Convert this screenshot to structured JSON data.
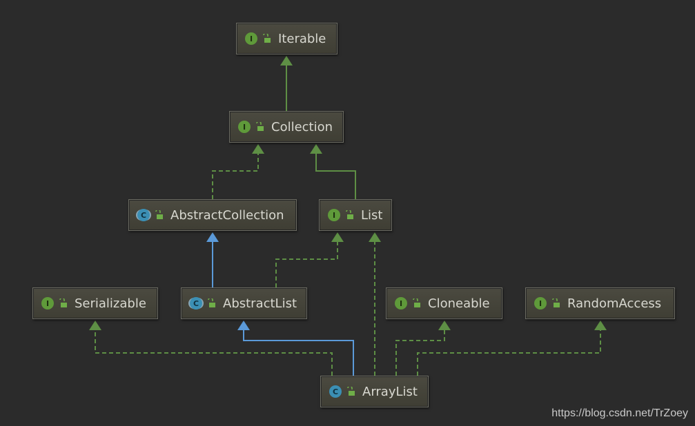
{
  "diagram": {
    "nodes": [
      {
        "id": "iterable",
        "label": "Iterable",
        "kind": "I"
      },
      {
        "id": "collection",
        "label": "Collection",
        "kind": "I"
      },
      {
        "id": "abstract_collection",
        "label": "AbstractCollection",
        "kind": "C",
        "abstract": true
      },
      {
        "id": "list",
        "label": "List",
        "kind": "I"
      },
      {
        "id": "serializable",
        "label": "Serializable",
        "kind": "I"
      },
      {
        "id": "abstract_list",
        "label": "AbstractList",
        "kind": "C",
        "abstract": true
      },
      {
        "id": "cloneable",
        "label": "Cloneable",
        "kind": "I"
      },
      {
        "id": "random_access",
        "label": "RandomAccess",
        "kind": "I"
      },
      {
        "id": "array_list",
        "label": "ArrayList",
        "kind": "C"
      }
    ],
    "edges": [
      {
        "from": "collection",
        "to": "iterable",
        "type": "extends-interface"
      },
      {
        "from": "abstract_collection",
        "to": "collection",
        "type": "implements"
      },
      {
        "from": "list",
        "to": "collection",
        "type": "extends-interface"
      },
      {
        "from": "abstract_list",
        "to": "abstract_collection",
        "type": "extends-class"
      },
      {
        "from": "abstract_list",
        "to": "list",
        "type": "implements"
      },
      {
        "from": "array_list",
        "to": "serializable",
        "type": "implements"
      },
      {
        "from": "array_list",
        "to": "abstract_list",
        "type": "extends-class"
      },
      {
        "from": "array_list",
        "to": "list",
        "type": "implements"
      },
      {
        "from": "array_list",
        "to": "cloneable",
        "type": "implements"
      },
      {
        "from": "array_list",
        "to": "random_access",
        "type": "implements"
      }
    ]
  },
  "colors": {
    "background": "#2b2b2b",
    "interface_edge": "#5e8f45",
    "class_edge": "#5b9ad9"
  },
  "watermark": "https://blog.csdn.net/TrZoey"
}
